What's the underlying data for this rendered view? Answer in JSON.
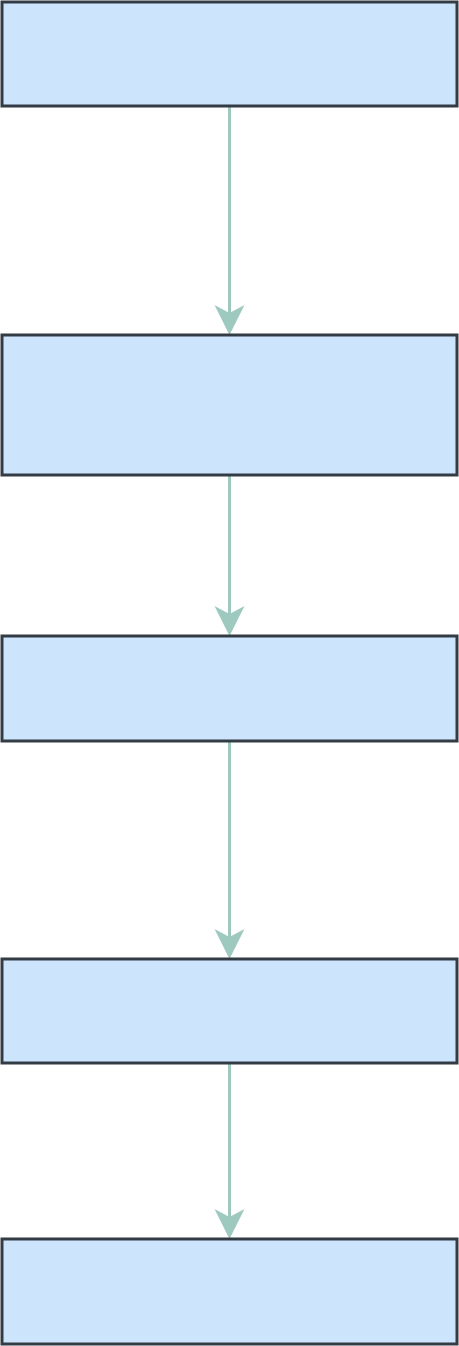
{
  "diagram": {
    "type": "flowchart",
    "direction": "top-to-bottom",
    "colors": {
      "node_fill": "#cce4fc",
      "node_stroke": "#333b45",
      "edge": "#9dc9bf"
    },
    "nodes": [
      {
        "id": "step-1",
        "label": ""
      },
      {
        "id": "step-2",
        "label": ""
      },
      {
        "id": "step-3",
        "label": ""
      },
      {
        "id": "step-4",
        "label": ""
      },
      {
        "id": "step-5",
        "label": ""
      }
    ],
    "edges": [
      {
        "from": "step-1",
        "to": "step-2"
      },
      {
        "from": "step-2",
        "to": "step-3"
      },
      {
        "from": "step-3",
        "to": "step-4"
      },
      {
        "from": "step-4",
        "to": "step-5"
      }
    ]
  }
}
